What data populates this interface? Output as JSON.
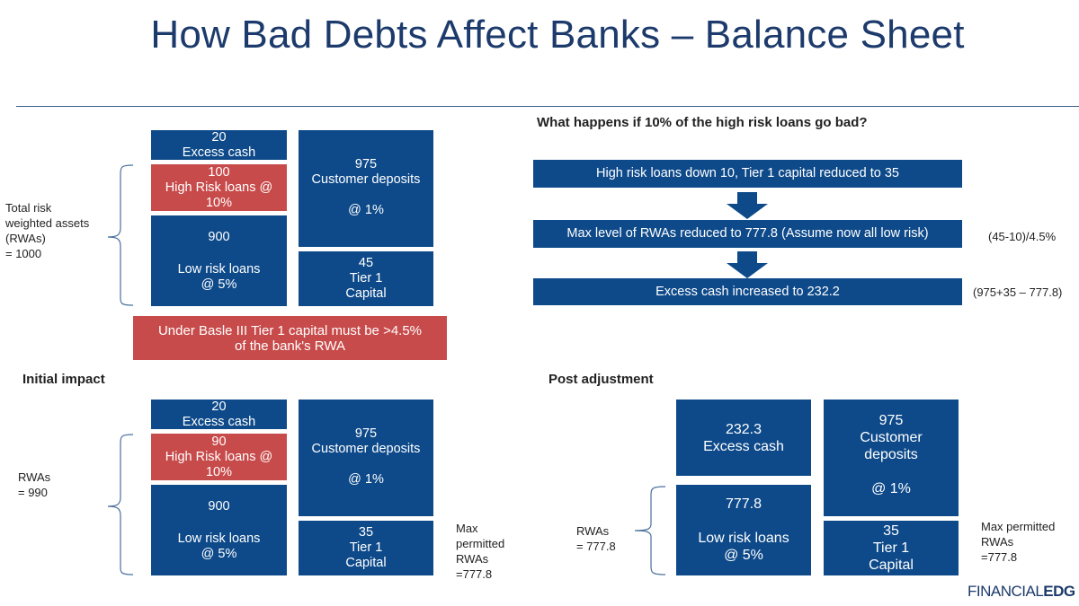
{
  "title": "How Bad Debts Affect Banks – Balance Sheet",
  "top_left": {
    "excess_cash": {
      "value": "20",
      "label": "Excess cash"
    },
    "high_risk": {
      "value": "100",
      "label": "High Risk loans @",
      "rate": "10%"
    },
    "low_risk": {
      "value": "900",
      "label": "Low risk loans",
      "rate": "@ 5%"
    },
    "deposits": {
      "value": "975",
      "label": "Customer deposits",
      "rate": "@ 1%"
    },
    "tier1": {
      "value": "45",
      "label": "Tier 1",
      "label2": "Capital"
    },
    "side_label": [
      "Total risk",
      "weighted assets",
      "(RWAs)",
      "= 1000"
    ],
    "basle_note": [
      "Under Basle III Tier 1 capital must be >4.5%",
      "of the bank's RWA"
    ]
  },
  "question": "What happens if 10% of the high risk loans go bad?",
  "steps": [
    {
      "text": "High risk loans down 10, Tier 1 capital reduced to 35",
      "note": ""
    },
    {
      "text": "Max level of RWAs reduced to 777.8 (Assume now all low risk)",
      "note": "(45-10)/4.5%"
    },
    {
      "text": "Excess cash increased to 232.2",
      "note": "(975+35 – 777.8)"
    }
  ],
  "initial_impact": {
    "heading": "Initial impact",
    "excess_cash": {
      "value": "20",
      "label": "Excess cash"
    },
    "high_risk": {
      "value": "90",
      "label": "High Risk loans @",
      "rate": "10%"
    },
    "low_risk": {
      "value": "900",
      "label": "Low risk loans",
      "rate": "@ 5%"
    },
    "deposits": {
      "value": "975",
      "label": "Customer deposits",
      "rate": "@ 1%"
    },
    "tier1": {
      "value": "35",
      "label": "Tier 1",
      "label2": "Capital"
    },
    "side_label": [
      "RWAs",
      "= 990"
    ],
    "max_note": [
      "Max",
      "permitted",
      "RWAs",
      "=777.8"
    ]
  },
  "post_adjustment": {
    "heading": "Post adjustment",
    "excess_cash": {
      "value": "232.3",
      "label": "Excess cash"
    },
    "low_risk": {
      "value": "777.8",
      "label": "Low risk loans",
      "rate": "@ 5%"
    },
    "deposits": {
      "value": "975",
      "label": "Customer",
      "label2": "deposits",
      "rate": "@ 1%"
    },
    "tier1": {
      "value": "35",
      "label": "Tier 1",
      "label2": "Capital"
    },
    "side_label": [
      "RWAs",
      "= 777.8"
    ],
    "max_note": [
      "Max permitted",
      "RWAs",
      "=777.8"
    ]
  },
  "logo": {
    "part1": "FINANCIAL",
    "part2": "EDG"
  },
  "colors": {
    "blue": "#0e4a8a",
    "red": "#c84b4b",
    "title": "#1c3a6b"
  },
  "icons": [
    "down-arrow-icon",
    "brace-icon"
  ]
}
